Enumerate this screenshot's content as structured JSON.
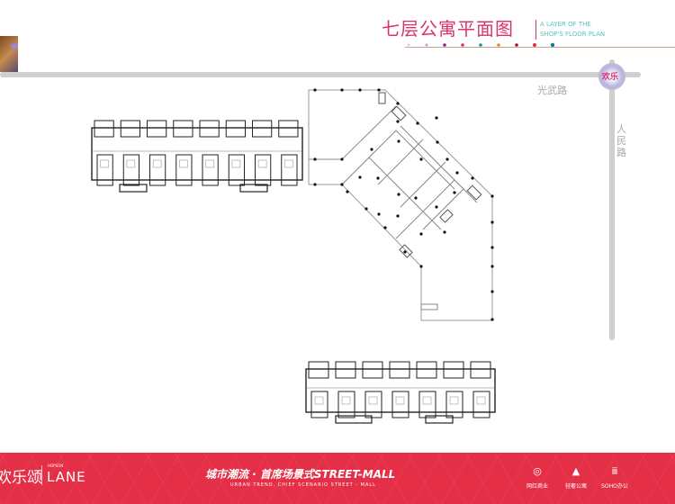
{
  "header": {
    "title": "七层公寓平面图",
    "subtitle_line1": "A LAYER OF THE",
    "subtitle_line2": "SHOP'S FLOOR PLAN",
    "accent_color": "#d9336b",
    "subtitle_color": "#56c3c6"
  },
  "map": {
    "road_horizontal": "光武路",
    "road_vertical": "人民路",
    "roundabout_label": "欢乐"
  },
  "footer": {
    "brand_cn": "欢乐颂",
    "brand_small": "HOPSON",
    "brand_en": "LANE",
    "slogan": "城市潮流 · 首席场景式STREET-MALL",
    "slogan_en": "URBAN TREND, CHIEF SCENARIO STREET - MALL",
    "features": [
      {
        "icon": "lips-icon",
        "label": "网红商业"
      },
      {
        "icon": "tower-icon",
        "label": "轻奢公寓"
      },
      {
        "icon": "people-icon",
        "label": "SOHO办公"
      }
    ],
    "background_color": "#e42f47"
  }
}
